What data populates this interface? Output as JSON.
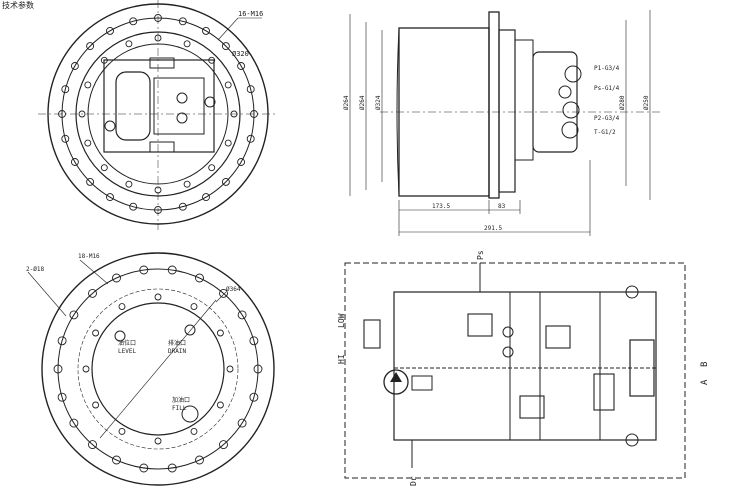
{
  "header_text": "技术参数",
  "top_left": {
    "hole_callout": "16-M16",
    "diameter_callout": "Ø320"
  },
  "side_view": {
    "left_diameters": [
      "Ø264",
      "Ø264",
      "Ø324"
    ],
    "right_diameters": [
      "Ø280",
      "Ø250"
    ],
    "bottom_dims": [
      "173.5",
      "83"
    ],
    "overall_dim": "291.5",
    "port_labels": [
      "P1-G3/4",
      "Ps-G1/4",
      "P2-G3/4",
      "T-G1/2"
    ]
  },
  "bottom_left": {
    "callout_left": "2-Ø18",
    "callout_top": "18-M16",
    "callout_diameter": "Ø364",
    "level_cn": "油位口",
    "level_en": "LEVEL",
    "drain_cn": "排油口",
    "drain_en": "DRAIN",
    "fill_cn": "加油口",
    "fill_en": "FILL"
  },
  "schematic": {
    "port_ps": "Ps",
    "hi": "HI",
    "low": "LOW",
    "port_dr": "Dr",
    "port_a": "A",
    "port_b": "B"
  }
}
